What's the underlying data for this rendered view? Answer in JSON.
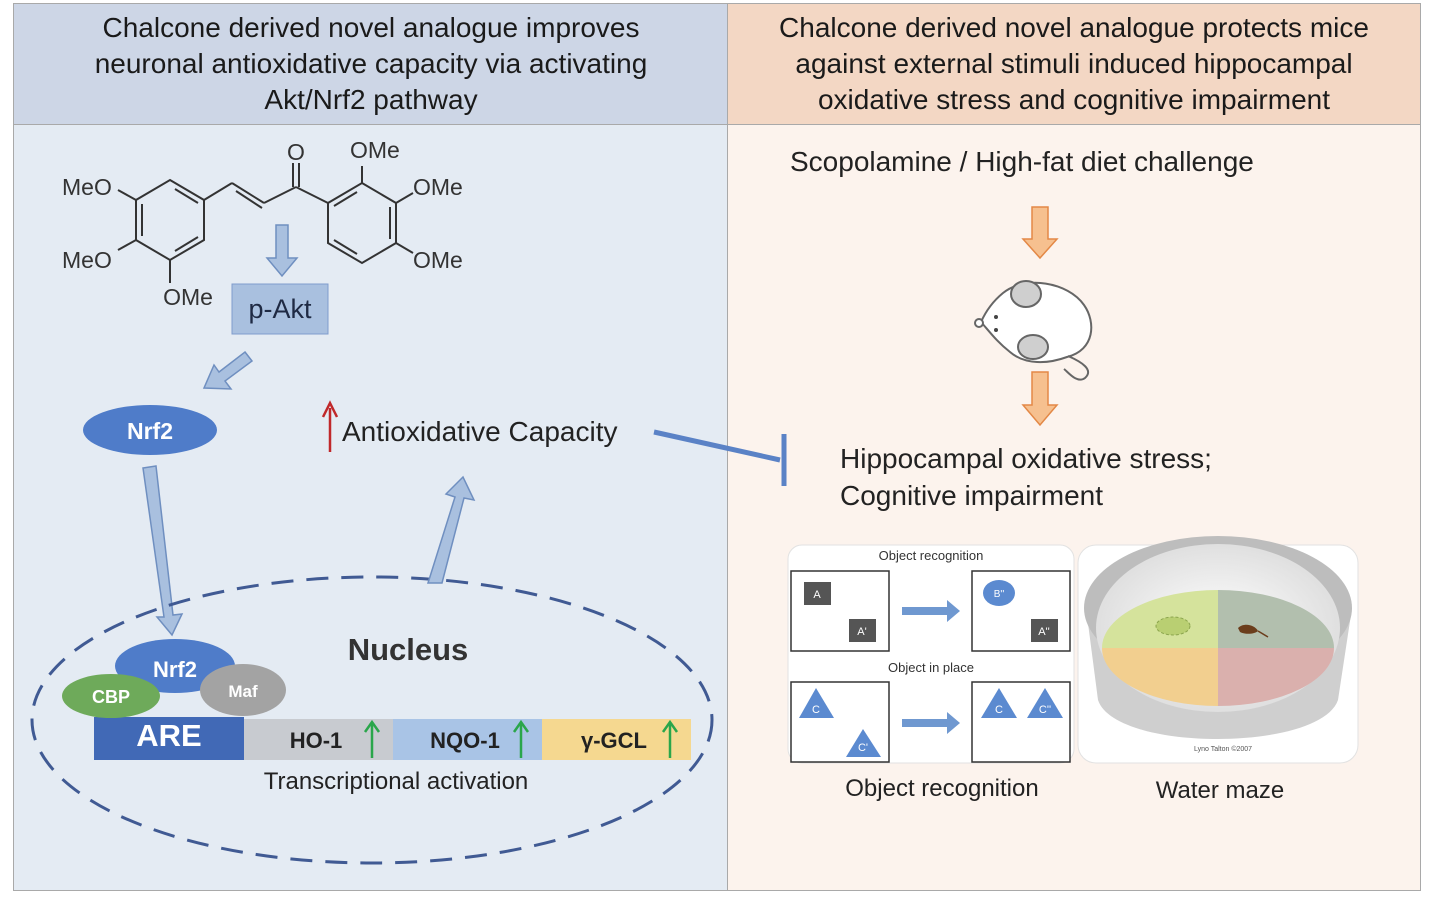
{
  "left_panel": {
    "title_lines": [
      "Chalcone derived novel analogue improves",
      "neuronal antioxidative capacity via activating",
      "Akt/Nrf2 pathway"
    ],
    "colors": {
      "header": "#cdd6e6",
      "body": "#e4ebf3",
      "arrow": "#a9c0df",
      "arrow_stroke": "#6f8fc0",
      "nrf2": "#4f7cc9",
      "dash": "#405a93"
    },
    "molecule": {
      "carbonyl_o": "O",
      "groups": {
        "meo_top_left": "MeO",
        "meo_bottom_left": "MeO",
        "ome_bottom": "OMe",
        "ome_top_right": "OMe",
        "ome_right_top": "OMe",
        "ome_right_bottom": "OMe"
      }
    },
    "pakt_label": "p-Akt",
    "nrf2_label": "Nrf2",
    "antioxidative_label": "Antioxidative Capacity",
    "nucleus": {
      "title": "Nucleus",
      "nrf2_label": "Nrf2",
      "cbp_label": "CBP",
      "maf_label": "Maf",
      "are_label": "ARE",
      "genes": [
        {
          "label": "HO-1",
          "color": "#c8cbd0"
        },
        {
          "label": "NQO-1",
          "color": "#a9c4e6"
        },
        {
          "label": "γ-GCL",
          "color": "#f5d890"
        }
      ],
      "activation_label": "Transcriptional activation"
    }
  },
  "right_panel": {
    "title_lines": [
      "Chalcone derived novel analogue protects mice",
      "against external stimuli induced hippocampal",
      "oxidative stress and cognitive impairment"
    ],
    "colors": {
      "header": "#f3d7c4",
      "body": "#fcf3ed",
      "arrow": "#f6c08f",
      "arrow_stroke": "#e38846"
    },
    "challenge_label": "Scopolamine / High-fat diet challenge",
    "outcome_lines": [
      "Hippocampal oxidative stress;",
      "Cognitive impairment"
    ],
    "object_recognition": {
      "top_caption": "Object recognition",
      "middle_caption": "Object in place",
      "objects": {
        "a": "A",
        "a_prime": "A'",
        "b_double": "B''",
        "a_double": "A''",
        "c": "C",
        "c_prime": "C'",
        "c_double_prime": "C''"
      },
      "label": "Object recognition"
    },
    "water_maze": {
      "label": "Water maze",
      "credit": "Lyno Talton ©2007"
    }
  }
}
